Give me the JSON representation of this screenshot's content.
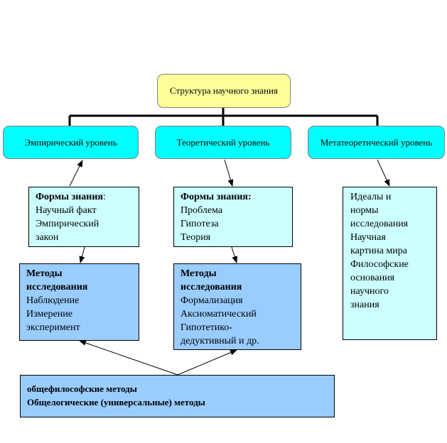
{
  "title": "Структура научного знания",
  "levels": [
    {
      "label": "Эмпирический уровень"
    },
    {
      "label": "Теоретический уровень"
    },
    {
      "label": "Метатеоретический уровень"
    }
  ],
  "empirical": {
    "forms": {
      "heading": "Формы знания",
      "heading_suffix": ":",
      "items": [
        "Научный факт",
        "Эмпирический",
        "закон"
      ]
    },
    "methods": {
      "heading_lines": [
        "Методы",
        "исследования"
      ],
      "items": [
        "Наблюдение",
        "Измерение",
        "эксперимент"
      ]
    }
  },
  "theoretical": {
    "forms": {
      "heading": "Формы знания:",
      "items": [
        "Проблема",
        "Гипотеза",
        "Теория"
      ]
    },
    "methods": {
      "heading_lines": [
        "Методы",
        "исследования"
      ],
      "items": [
        "Формализация",
        "Аксиоматический",
        "Гипотетико-",
        "дедуктивный и др."
      ]
    }
  },
  "metatheoretical": {
    "items": [
      "Идеалы и",
      "нормы",
      "исследования",
      "Научная",
      "картина мира",
      "Философские",
      "основания",
      "научного",
      "знания"
    ]
  },
  "general_methods": [
    "общефилософские методы",
    "Общелогические (универсальные) методы"
  ]
}
